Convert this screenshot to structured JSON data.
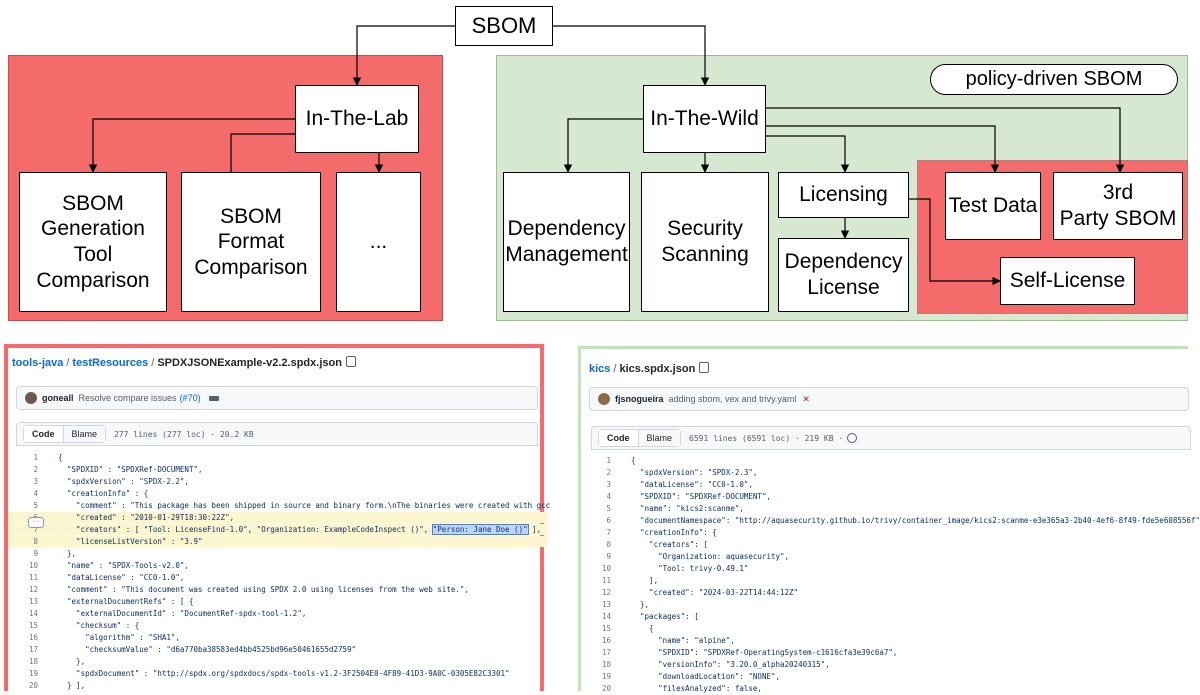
{
  "diagram": {
    "root": "SBOM",
    "lab": {
      "title": "In-The-Lab",
      "children": [
        "SBOM\nGeneration\nTool\nComparison",
        "SBOM\nFormat\nComparison",
        "..."
      ]
    },
    "wild": {
      "badge": "policy-driven SBOM",
      "title": "In-The-Wild",
      "dependency_management": "Dependency\nManagement",
      "security_scanning": "Security\nScanning",
      "licensing": "Licensing",
      "dependency_license": "Dependency\nLicense",
      "test_data": "Test Data",
      "third_party": "3rd\nParty SBOM",
      "self_license": "Self-License"
    },
    "colors": {
      "red_panel": "#f56a6a",
      "green_panel": "#d6e8cf"
    }
  },
  "left_panel": {
    "crumb_1": "tools-java",
    "crumb_2": "testResources",
    "file": "SPDXJSONExample-v2.2.spdx.json",
    "author": "goneall",
    "commit_msg": "Resolve compare issues",
    "commit_pr": "(#70)",
    "code_label": "Code",
    "blame_label": "Blame",
    "meta": "277 lines (277 loc) · 20.2 KB",
    "lines": [
      {
        "n": "1",
        "t": "{"
      },
      {
        "n": "2",
        "t": "  \"SPDXID\" : \"SPDXRef-DOCUMENT\","
      },
      {
        "n": "3",
        "t": "  \"spdxVersion\" : \"SPDX-2.2\","
      },
      {
        "n": "4",
        "t": "  \"creationInfo\" : {"
      },
      {
        "n": "5",
        "t": "    \"comment\" : \"This package has been shipped in source and binary form.\\nThe binaries were created with gcc"
      },
      {
        "n": "6",
        "t": "    \"created\" : \"2010-01-29T18:30:22Z\","
      },
      {
        "n": "7",
        "t": "    \"creators\" : [ \"Tool: LicenseFind-1.0\", \"Organization: ExampleCodeInspect ()\", "
      },
      {
        "n": "8",
        "t": "    \"licenseListVersion\" : \"3.9\""
      },
      {
        "n": "9",
        "t": "  },"
      },
      {
        "n": "10",
        "t": "  \"name\" : \"SPDX-Tools-v2.0\","
      },
      {
        "n": "11",
        "t": "  \"dataLicense\" : \"CC0-1.0\","
      },
      {
        "n": "12",
        "t": "  \"comment\" : \"This document was created using SPDX 2.0 using licenses from the web site.\","
      },
      {
        "n": "13",
        "t": "  \"externalDocumentRefs\" : [ {"
      },
      {
        "n": "14",
        "t": "    \"externalDocumentId\" : \"DocumentRef-spdx-tool-1.2\","
      },
      {
        "n": "15",
        "t": "    \"checksum\" : {"
      },
      {
        "n": "16",
        "t": "      \"algorithm\" : \"SHA1\","
      },
      {
        "n": "17",
        "t": "      \"checksumValue\" : \"d6a770ba38583ed4bb4525bd96e50461655d2759\""
      },
      {
        "n": "18",
        "t": "    },"
      },
      {
        "n": "19",
        "t": "    \"spdxDocument\" : \"http://spdx.org/spdxdocs/spdx-tools-v1.2-3F2504E0-4F89-41D3-9A0C-0305E82C3301\""
      },
      {
        "n": "20",
        "t": "  } ],"
      }
    ],
    "selected_text": "\"Person: Jane Doe ()\"",
    "after_selection": " ],"
  },
  "right_panel": {
    "crumb_1": "kics",
    "file": "kics.spdx.json",
    "author": "fjsnogueira",
    "commit_msg": "adding sbom, vex and trivy.yaml",
    "code_label": "Code",
    "blame_label": "Blame",
    "meta": "6591 lines (6591 loc) · 219 KB ·",
    "lines": [
      {
        "n": "1",
        "t": "{"
      },
      {
        "n": "2",
        "t": "  \"spdxVersion\": \"SPDX-2.3\","
      },
      {
        "n": "3",
        "t": "  \"dataLicense\": \"CC0-1.0\","
      },
      {
        "n": "4",
        "t": "  \"SPDXID\": \"SPDXRef-DOCUMENT\","
      },
      {
        "n": "5",
        "t": "  \"name\": \"kics2:scanme\","
      },
      {
        "n": "6",
        "t": "  \"documentNamespace\": \"http://aquasecurity.github.io/trivy/container_image/kics2:scanme-e3e365a3-2b40-4ef6-8f49-fde5e608556f\""
      },
      {
        "n": "7",
        "t": "  \"creationInfo\": {"
      },
      {
        "n": "8",
        "t": "    \"creators\": ["
      },
      {
        "n": "9",
        "t": "      \"Organization: aquasecurity\","
      },
      {
        "n": "10",
        "t": "      \"Tool: trivy-0.49.1\""
      },
      {
        "n": "11",
        "t": "    ],"
      },
      {
        "n": "12",
        "t": "    \"created\": \"2024-03-22T14:44:12Z\""
      },
      {
        "n": "13",
        "t": "  },"
      },
      {
        "n": "14",
        "t": "  \"packages\": ["
      },
      {
        "n": "15",
        "t": "    {"
      },
      {
        "n": "16",
        "t": "      \"name\": \"alpine\","
      },
      {
        "n": "17",
        "t": "      \"SPDXID\": \"SPDXRef-OperatingSystem-c1616cfa3e39c6a7\","
      },
      {
        "n": "18",
        "t": "      \"versionInfo\": \"3.20.0_alpha20240315\","
      },
      {
        "n": "19",
        "t": "      \"downloadLocation\": \"NONE\","
      },
      {
        "n": "20",
        "t": "      \"filesAnalyzed\": false,"
      }
    ]
  }
}
